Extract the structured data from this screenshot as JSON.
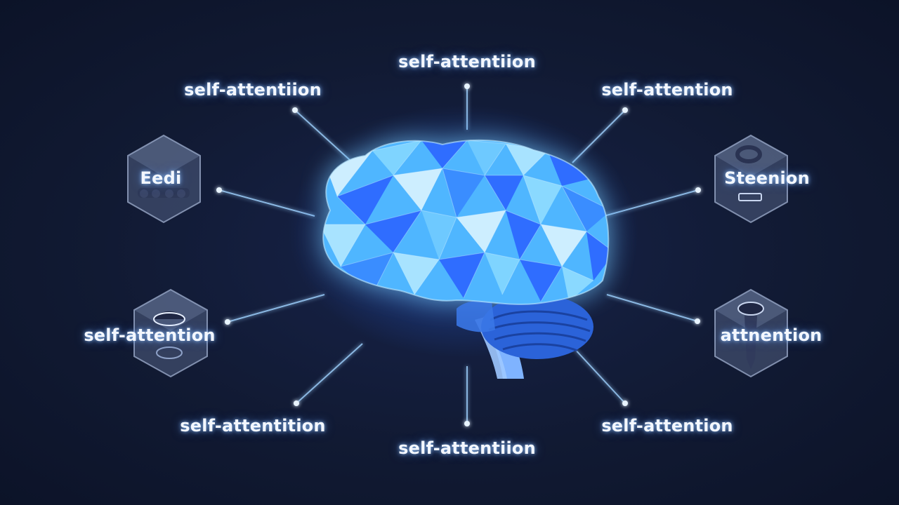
{
  "colors": {
    "background": "#111a33",
    "connector": "#9fd2ff",
    "label_text": "#f3f7ff",
    "hex_panel": "#5f6f92",
    "brain_light": "#cdeeff",
    "brain_mid": "#4fb6ff",
    "brain_dark": "#2f6dff"
  },
  "icons": {
    "brain": "low-poly-brain",
    "hex_top_left": "hexagon-panel",
    "hex_top_right": "hexagon-panel",
    "hex_bottom_left": "hexagon-panel",
    "hex_bottom_right": "hexagon-panel"
  },
  "nodes": {
    "top_center": "self-attentiion",
    "top_left": "self-attentiion",
    "top_right": "self-attention",
    "hex_top_left": "Eedi",
    "hex_top_right": "Steenion",
    "hex_bottom_left": "self-attention",
    "hex_bottom_right": "attnention",
    "bottom_left": "self-attentition",
    "bottom_center": "self-attentiion",
    "bottom_right": "self-attention"
  }
}
